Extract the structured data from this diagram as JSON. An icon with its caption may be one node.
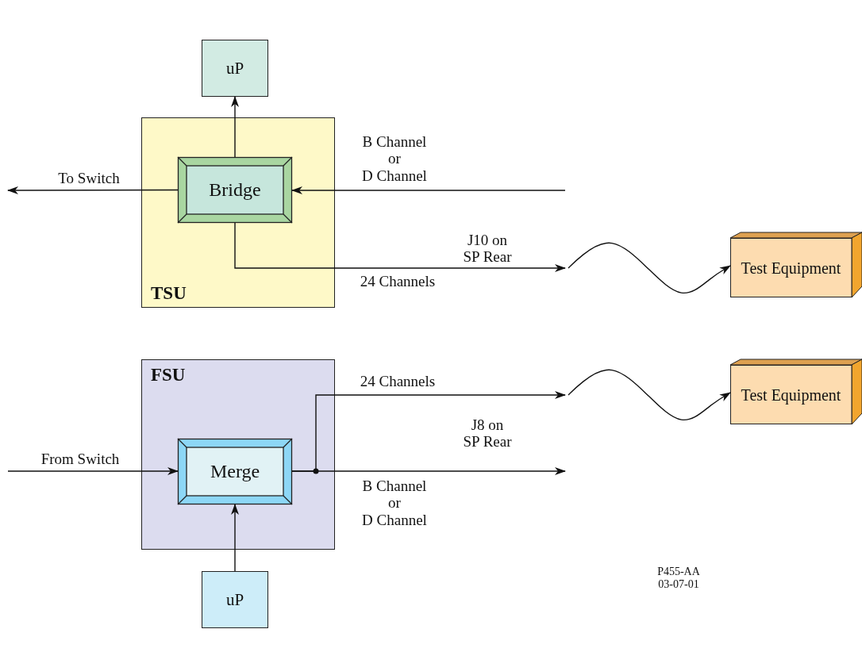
{
  "diagram": {
    "nodes": [
      {
        "text": [
          "uP"
        ]
      },
      {
        "text": [
          "TSU"
        ]
      },
      {
        "text": [
          "Bridge"
        ],
        "in": 1
      },
      {
        "text": [
          "Test Equipment"
        ]
      },
      {
        "text": [
          "FSU"
        ]
      },
      {
        "text": [
          "Merge"
        ],
        "in": 4
      },
      {
        "text": [
          "Test Equipment"
        ]
      },
      {
        "text": [
          "uP"
        ]
      }
    ],
    "edges": [
      {
        "from": 2,
        "to": 0,
        "arrow": "to"
      },
      {
        "from": 2,
        "to": null,
        "arrow": "to",
        "label": "To Switch"
      },
      {
        "from": null,
        "to": 2,
        "arrow": "to",
        "label": "B Channel or D Channel"
      },
      {
        "from": 2,
        "to": null,
        "arrow": "to",
        "label": "24 Channels"
      },
      {
        "from": null,
        "to": 3,
        "arrow": "to"
      },
      {
        "from": null,
        "to": 5,
        "arrow": "to",
        "label": "From Switch"
      },
      {
        "from": 7,
        "to": 5,
        "arrow": "to"
      },
      {
        "from": 5,
        "to": null,
        "arrow": "to",
        "label": "24 Channels"
      },
      {
        "from": 5,
        "to": null,
        "arrow": "to",
        "label": "B Channel or D Channel"
      },
      {
        "from": null,
        "to": 6,
        "arrow": "to"
      }
    ],
    "labels": [
      "J10 on SP Rear",
      "J8 on SP Rear",
      "P455-AA",
      "03-07-01"
    ]
  }
}
